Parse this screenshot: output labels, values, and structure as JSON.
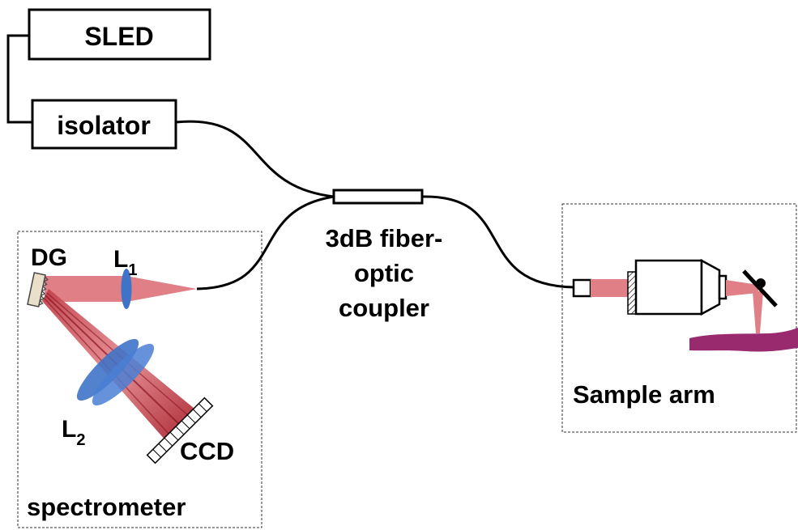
{
  "components": {
    "source": "SLED",
    "isolator": "isolator",
    "coupler": [
      "3dB fiber-",
      "optic",
      "coupler"
    ],
    "grating": "DG",
    "lens1": {
      "letter": "L",
      "sub": "1"
    },
    "lens2": {
      "letter": "L",
      "sub": "2"
    },
    "camera": "CCD"
  },
  "regions": {
    "spectrometer": "spectrometer",
    "sample_arm": "Sample arm"
  },
  "colors": {
    "beam": "#e07f86",
    "beam_dark": "#a8202c",
    "lens": "#3f73c8",
    "sample": "#9a2a6e",
    "fiber": "#000000"
  }
}
